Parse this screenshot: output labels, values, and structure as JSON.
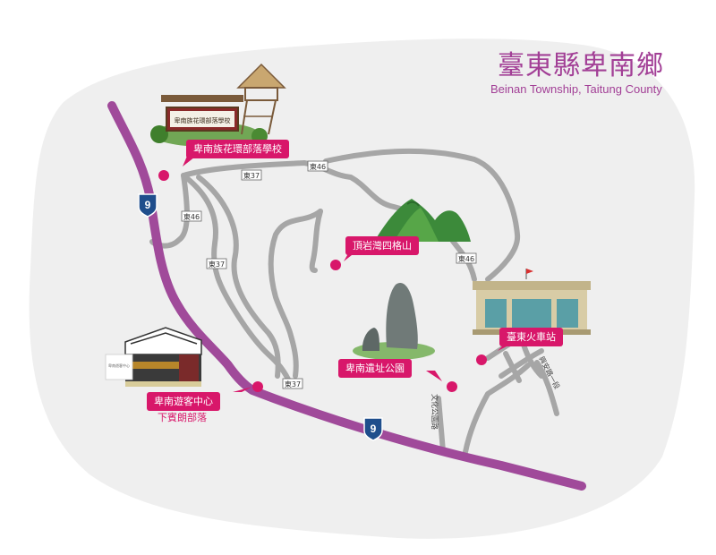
{
  "title": {
    "zh": "臺東縣卑南鄉",
    "en": "Beinan Township, Taitung County"
  },
  "colors": {
    "region": "#efefef",
    "highway": "#a04a9a",
    "road": "#a6a6a6",
    "poi": "#d8176a",
    "title": "#a23f96"
  },
  "highway_shields": [
    {
      "name": "highway-9-shield-north",
      "label": "9"
    },
    {
      "name": "highway-9-shield-south",
      "label": "9"
    }
  ],
  "road_labels": {
    "east46_a": "東46",
    "east46_b": "東46",
    "east46_c": "東46",
    "east37_a": "東37",
    "east37_b": "東37",
    "east37_c": "東37",
    "culture_park_rd": "文化公園路",
    "xingan_rd": "興安路一段"
  },
  "pois": {
    "school": "卑南族花環部落學校",
    "mountain": "頂岩灣四格山",
    "station": "臺東火車站",
    "ruins_park": "卑南遺址公園",
    "visitor_center": "卑南遊客中心",
    "tribe": "下賓朗部落"
  },
  "school_sign_text": "卑南族花環部落學校",
  "visitor_sign_text": "卑南遊客中心"
}
